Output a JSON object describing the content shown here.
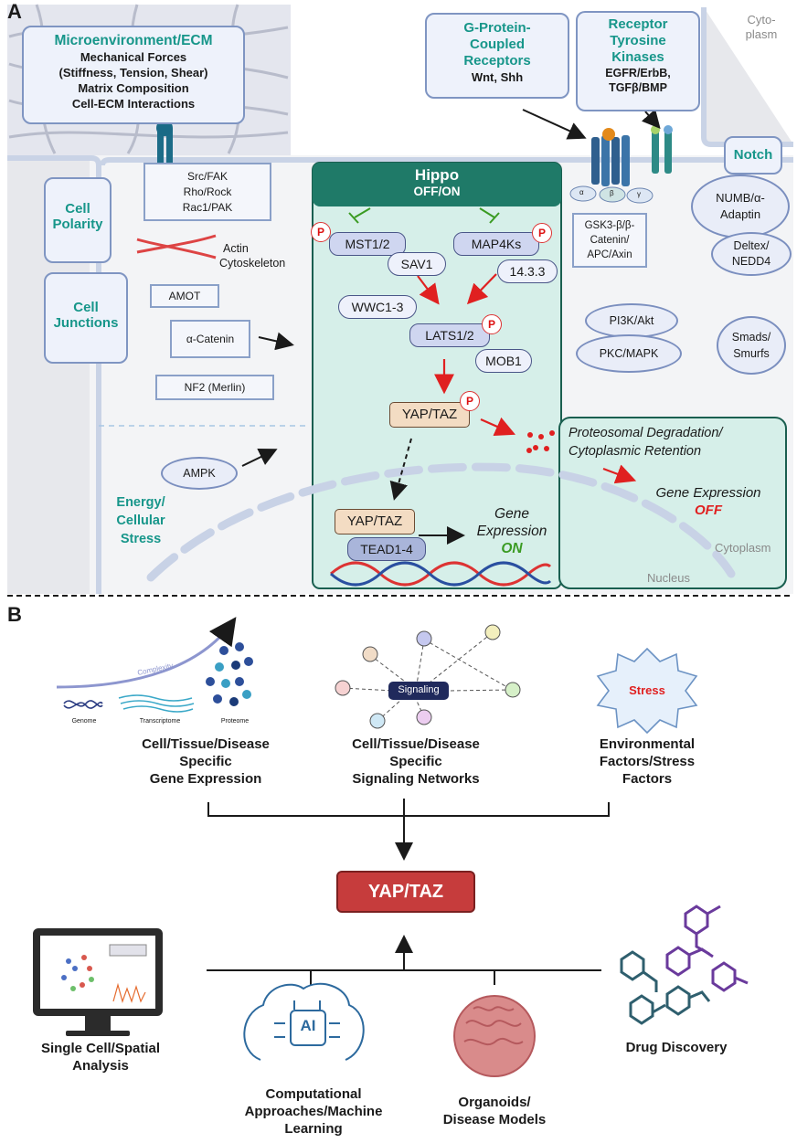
{
  "panel_a": {
    "letter": "A",
    "ecm": {
      "title": "Microenvironment/ECM",
      "lines": [
        "Mechanical Forces",
        "(Stiffness, Tension, Shear)",
        "Matrix Composition",
        "Cell-ECM Interactions"
      ]
    },
    "gpcr": {
      "title_1": "G-Protein-",
      "title_2": "Coupled",
      "title_3": "Receptors",
      "sub": "Wnt, Shh"
    },
    "rtk": {
      "title_1": "Receptor",
      "title_2": "Tyrosine",
      "title_3": "Kinases",
      "sub_1": "EGFR/ErbB,",
      "sub_2": "TGFβ/BMP"
    },
    "cytoplasm_corner_1": "Cyto-",
    "cytoplasm_corner_2": "plasm",
    "notch": "Notch",
    "g_subunits": [
      "α",
      "β",
      "γ"
    ],
    "cell_polarity_1": "Cell",
    "cell_polarity_2": "Polarity",
    "cell_junctions_1": "Cell",
    "cell_junctions_2": "Junctions",
    "src_box": [
      "Src/FAK",
      "Rho/Rock",
      "Rac1/PAK"
    ],
    "actin_1": "Actin",
    "actin_2": "Cytoskeleton",
    "amot": "AMOT",
    "alpha_catenin": "α-Catenin",
    "nf2": "NF2 (Merlin)",
    "ampk": "AMPK",
    "energy_1": "Energy/",
    "energy_2": "Cellular",
    "energy_3": "Stress",
    "hippo_title": "Hippo",
    "hippo_state": "OFF/ON",
    "mst": "MST1/2",
    "sav": "SAV1",
    "map4k": "MAP4Ks",
    "p1433": "14.3.3",
    "wwc": "WWC1-3",
    "lats": "LATS1/2",
    "mob": "MOB1",
    "yaptaz": "YAP/TAZ",
    "yaptaz_nuc": "YAP/TAZ",
    "tead": "TEAD1-4",
    "p_label": "P",
    "gene_expr_1": "Gene",
    "gene_expr_2": "Expression",
    "gene_on": "ON",
    "gsk_box": [
      "GSK3-β/β-",
      "Catenin/",
      "APC/Axin"
    ],
    "numb_1": "NUMB/α-",
    "numb_2": "Adaptin",
    "deltex_1": "Deltex/",
    "deltex_2": "NEDD4",
    "pi3k": "PI3K/Akt",
    "pkc": "PKC/MAPK",
    "smads_1": "Smads/",
    "smads_2": "Smurfs",
    "degradation_1": "Proteosomal Degradation/",
    "degradation_2": "Cytoplasmic Retention",
    "gene_off_1": "Gene Expression",
    "gene_off_2": "OFF",
    "cytoplasm": "Cytoplasm",
    "nucleus": "Nucleus",
    "colors": {
      "teal": "#17968a",
      "hippo_header": "#1f7a68",
      "hippo_bg": "#d6efe9",
      "red": "#e02020",
      "green": "#3a9b22"
    }
  },
  "panel_b": {
    "letter": "B",
    "complexity": "Complexity",
    "genome": "Genome",
    "transcriptome": "Transcriptome",
    "proteome": "Proteome",
    "signaling": "Signaling",
    "stress": "Stress",
    "gene_expression_label": [
      "Cell/Tissue/Disease",
      "Specific",
      "Gene Expression"
    ],
    "signaling_label": [
      "Cell/Tissue/Disease",
      "Specific",
      "Signaling Networks"
    ],
    "environment_label": [
      "Environmental",
      "Factors/Stress",
      "Factors"
    ],
    "yaptaz": "YAP/TAZ",
    "single_cell_label": [
      "Single Cell/Spatial",
      "Analysis"
    ],
    "ai": "AI",
    "computational_label": [
      "Computational",
      "Approaches/Machine",
      "Learning"
    ],
    "organoids_label": [
      "Organoids/",
      "Disease Models"
    ],
    "drug_label": "Drug Discovery",
    "colors": {
      "yap_box": "#c63c3c",
      "stress_text": "#e02020"
    }
  }
}
